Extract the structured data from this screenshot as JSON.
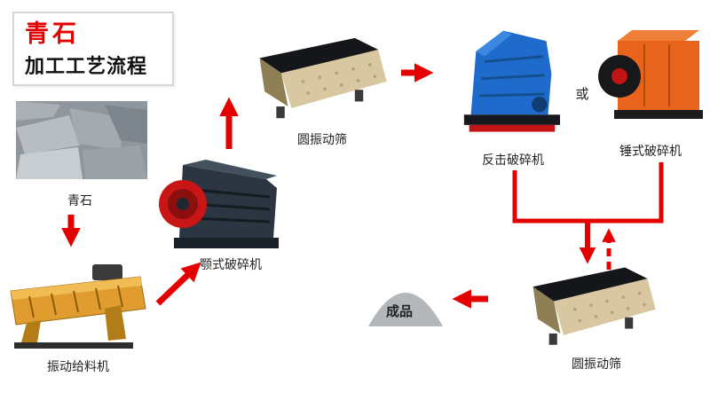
{
  "title": {
    "line1": "青石",
    "line2": "加工工艺流程"
  },
  "labels": {
    "stone": "青石",
    "feeder": "振动给料机",
    "jaw_crusher": "颚式破碎机",
    "screen_top": "圆振动筛",
    "impact_crusher": "反击破碎机",
    "or": "或",
    "hammer_crusher": "锤式破碎机",
    "screen_bottom": "圆振动筛",
    "product": "成品"
  },
  "colors": {
    "arrow_red": "#e50000",
    "title_red": "#e50000",
    "text_black": "#222222",
    "screen_beige": "#d8c7a0",
    "impact_blue": "#1e6bcc",
    "hammer_orange": "#e8641c",
    "feeder_orange": "#e09c2f",
    "jaw_dark": "#2b3642",
    "product_gray": "#b4b7ba"
  }
}
